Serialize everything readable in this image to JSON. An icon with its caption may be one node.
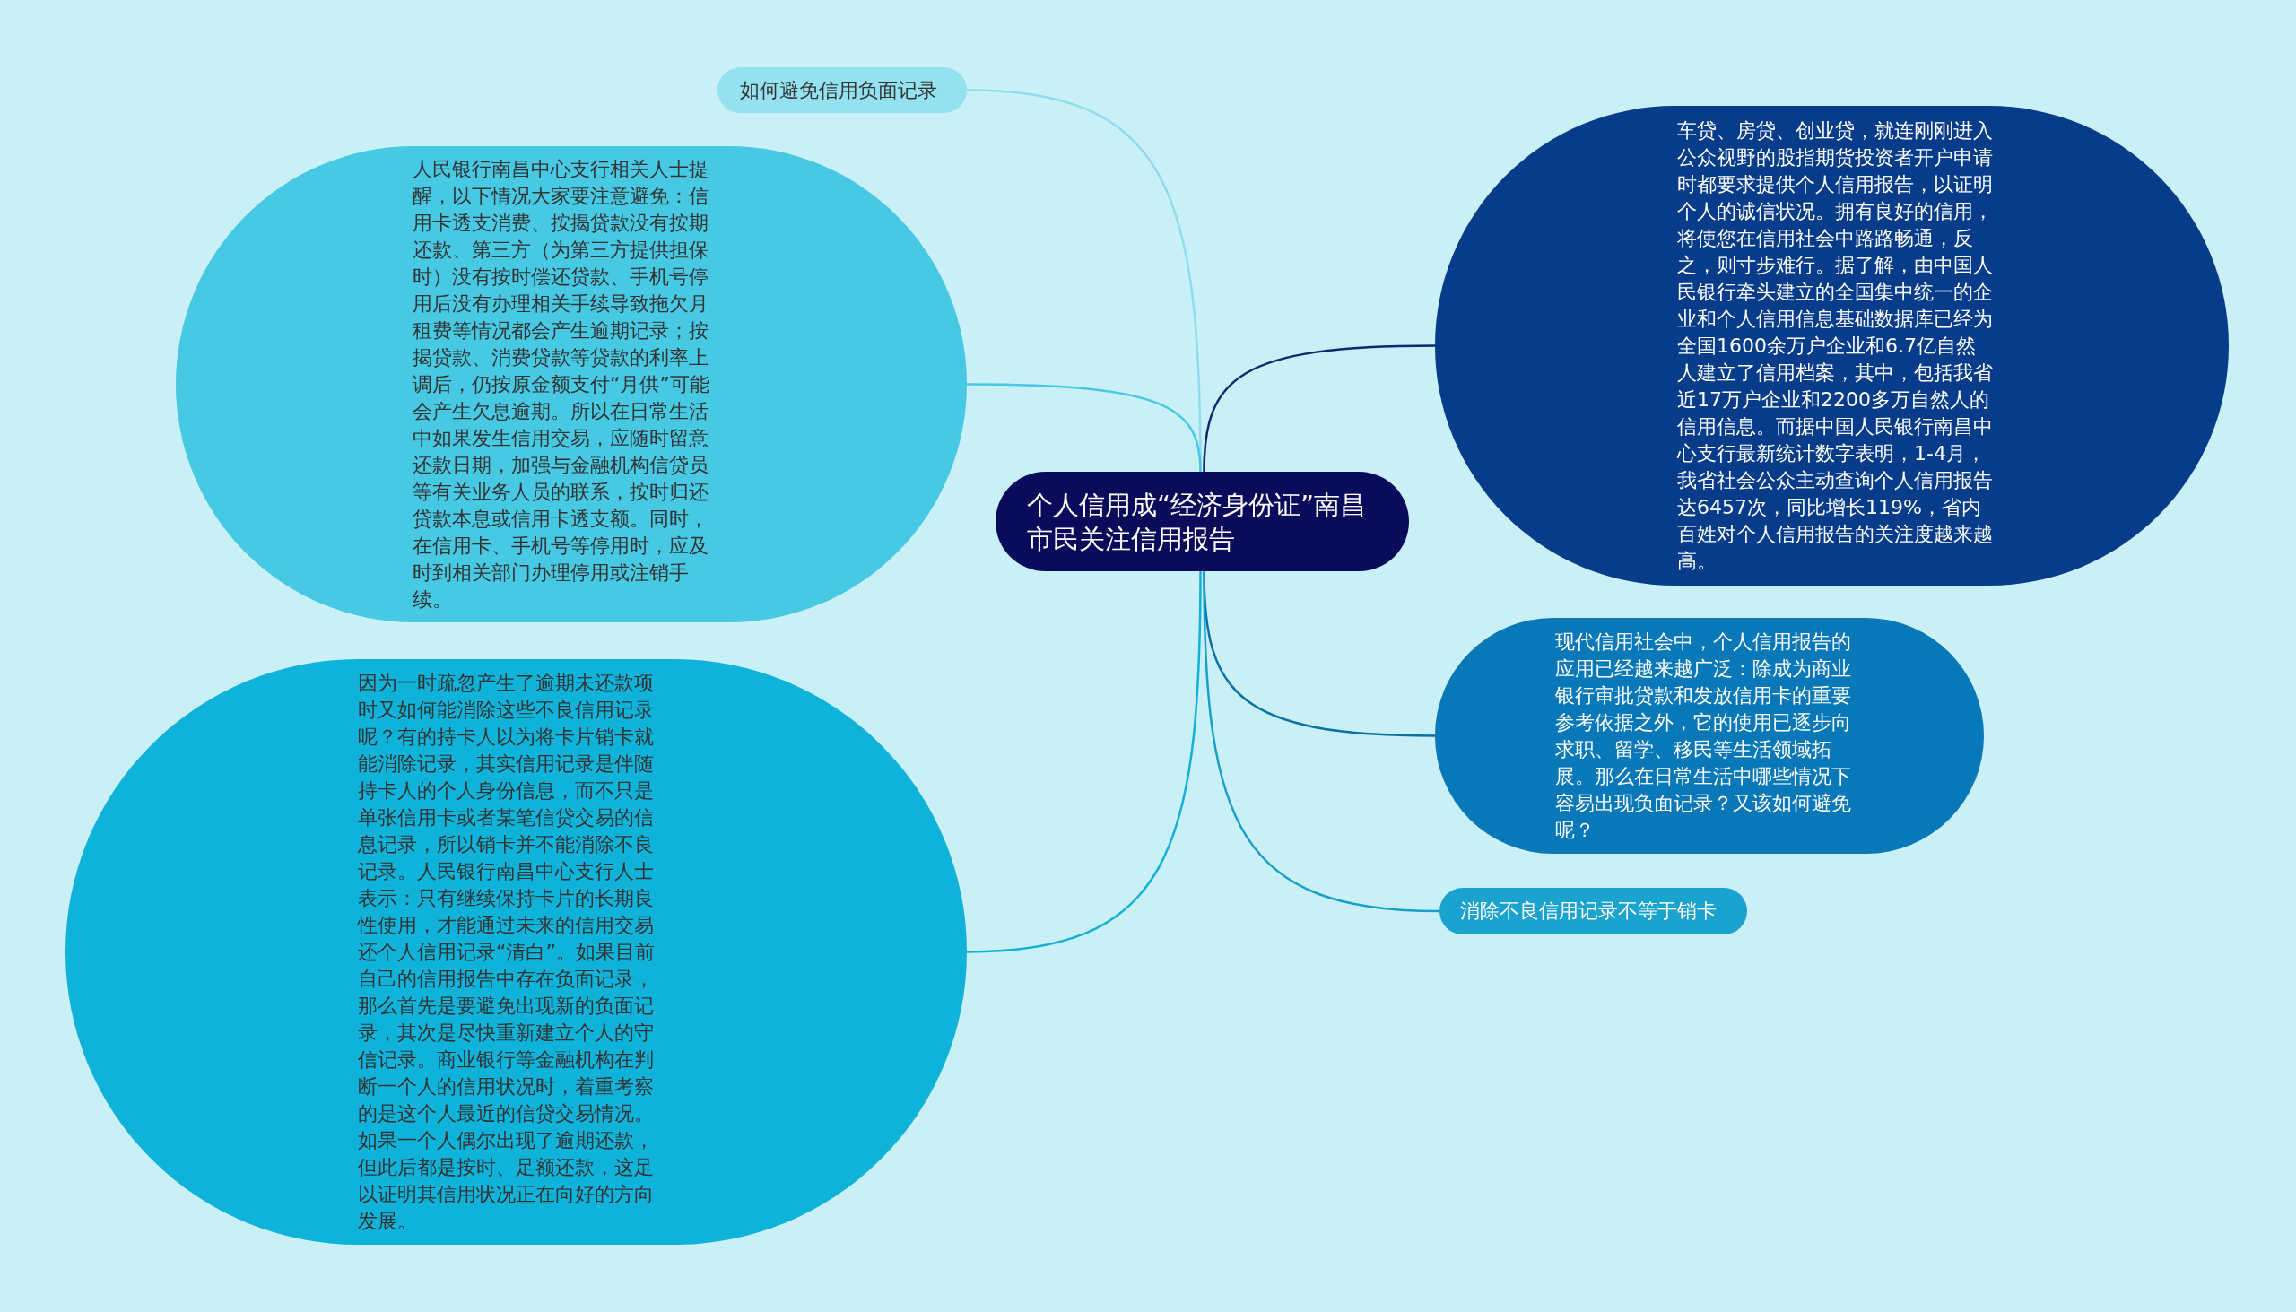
{
  "diagram": {
    "nodes": [
      {
        "text": [
          "个人信用成“经济身份证”南昌市民关注信用报告"
        ]
      },
      {
        "text": [
          "如何避免信用负面记录"
        ]
      },
      {
        "text": [
          "人民银行南昌中心支行相关人士提醒，以下情况大家要注意避免：信用卡透支消费、按揭贷款没有按期还款、第三方（为第三方提供担保时）没有按时偿还贷款、手机号停用后没有办理相关手续导致拖欠月租费等情况都会产生逾期记录；按揭贷款、消费贷款等贷款的利率上调后，仍按原金额支付“月供”可能会产生欠息逾期。所以在日常生活中如果发生信用交易，应随时留意还款日期，加强与金融机构信贷员等有关业务人员的联系，按时归还贷款本息或信用卡透支额。同时，在信用卡、手机号等停用时，应及时到相关部门办理停用或注销手续。"
        ]
      },
      {
        "text": [
          "因为一时疏忽产生了逾期未还款项时又如何能消除这些不良信用记录呢？有的持卡人以为将卡片销卡就能消除记录，其实信用记录是伴随持卡人的个人身份信息，而不只是单张信用卡或者某笔信贷交易的信息记录，所以销卡并不能消除不良记录。人民银行南昌中心支行人士表示：只有继续保持卡片的长期良性使用，才能通过未来的信用交易还个人信用记录“清白”。如果目前自己的信用报告中存在负面记录，那么首先是要避免出现新的负面记录，其次是尽快重新建立个人的守信记录。商业银行等金融机构在判断一个人的信用状况时，着重考察的是这个人最近的信贷交易情况。如果一个人偶尔出现了逾期还款，但此后都是按时、足额还款，这足以证明其信用状况正在向好的方向发展。"
        ]
      },
      {
        "text": [
          "车贷、房贷、创业贷，就连刚刚进入公众视野的股指期货投资者开户申请时都要求提供个人信用报告，以证明个人的诚信状况。拥有良好的信用，将使您在信用社会中路路畅通，反之，则寸步难行。据了解，由中国人民银行牵头建立的全国集中统一的企业和个人信用信息基础数据库已经为全国1600余万户企业和6.7亿自然人建立了信用档案，其中，包括我省近17万户企业和2200多万自然人的信用信息。而据中国人民银行南昌中心支行最新统计数字表明，1-4月，我省社会公众主动查询个人信用报告达6457次，同比增长119%，省内百姓对个人信用报告的关注度越来越高。"
        ]
      },
      {
        "text": [
          "现代信用社会中，个人信用报告的应用已经越来越广泛：除成为商业银行审批贷款和发放信用卡的重要参考依据之外，它的使用已逐步向求职、留学、移民等生活领域拓展。那么在日常生活中哪些情况下容易出现负面记录？又该如何避免呢？"
        ]
      },
      {
        "text": [
          "消除不良信用记录不等于销卡"
        ]
      }
    ],
    "edges": [
      {
        "from": 0,
        "to": 1,
        "arrow": "none",
        "color": "#8fdcec"
      },
      {
        "from": 0,
        "to": 2,
        "arrow": "none",
        "color": "#48c9e3"
      },
      {
        "from": 0,
        "to": 3,
        "arrow": "none",
        "color": "#12afd6"
      },
      {
        "from": 0,
        "to": 4,
        "arrow": "none",
        "color": "#0a2c6e"
      },
      {
        "from": 0,
        "to": 5,
        "arrow": "none",
        "color": "#0a70a8"
      },
      {
        "from": 0,
        "to": 6,
        "arrow": "none",
        "color": "#1a9fcb"
      }
    ]
  }
}
